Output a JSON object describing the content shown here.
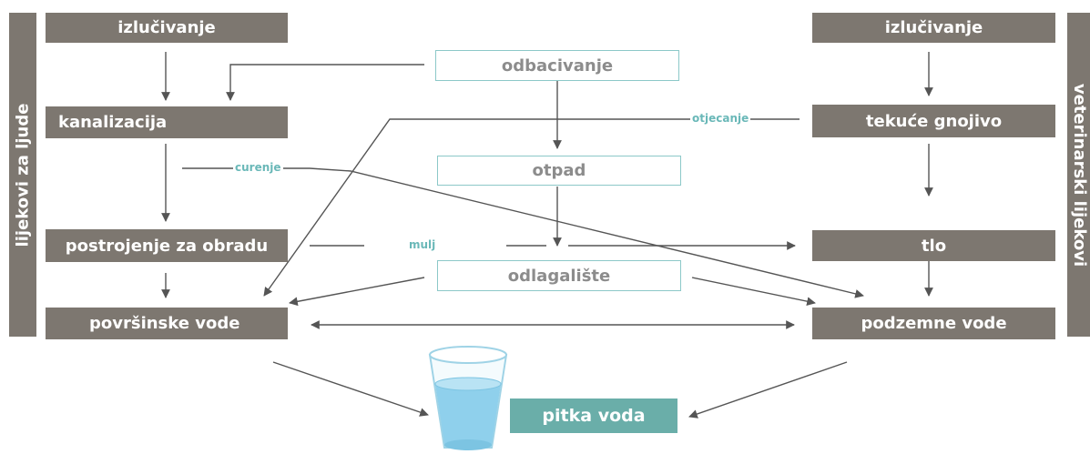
{
  "diagram": {
    "left_side": "lijekovi za ljude",
    "right_side": "veterinarski lijekovi",
    "left_column": {
      "excretion": "izlučivanje",
      "sewage": "kanalizacija",
      "treatment_plant": "postrojenje za obradu",
      "surface_water": "površinske vode"
    },
    "center_column": {
      "disposal": "odbacivanje",
      "waste": "otpad",
      "landfill": "odlagalište"
    },
    "right_column": {
      "excretion": "izlučivanje",
      "liquid_manure": "tekuće gnojivo",
      "soil": "tlo",
      "groundwater": "podzemne vode"
    },
    "labels": {
      "runoff": "otjecanje",
      "leakage": "curenje",
      "sludge": "mulj"
    },
    "drinking_water": "pitka voda",
    "colors": {
      "box_dark": "#7d7770",
      "box_outline": "#8cc8c8",
      "label_teal": "#6ab8b8",
      "drinking_box": "#6aaea9",
      "arrow": "#555555"
    }
  }
}
